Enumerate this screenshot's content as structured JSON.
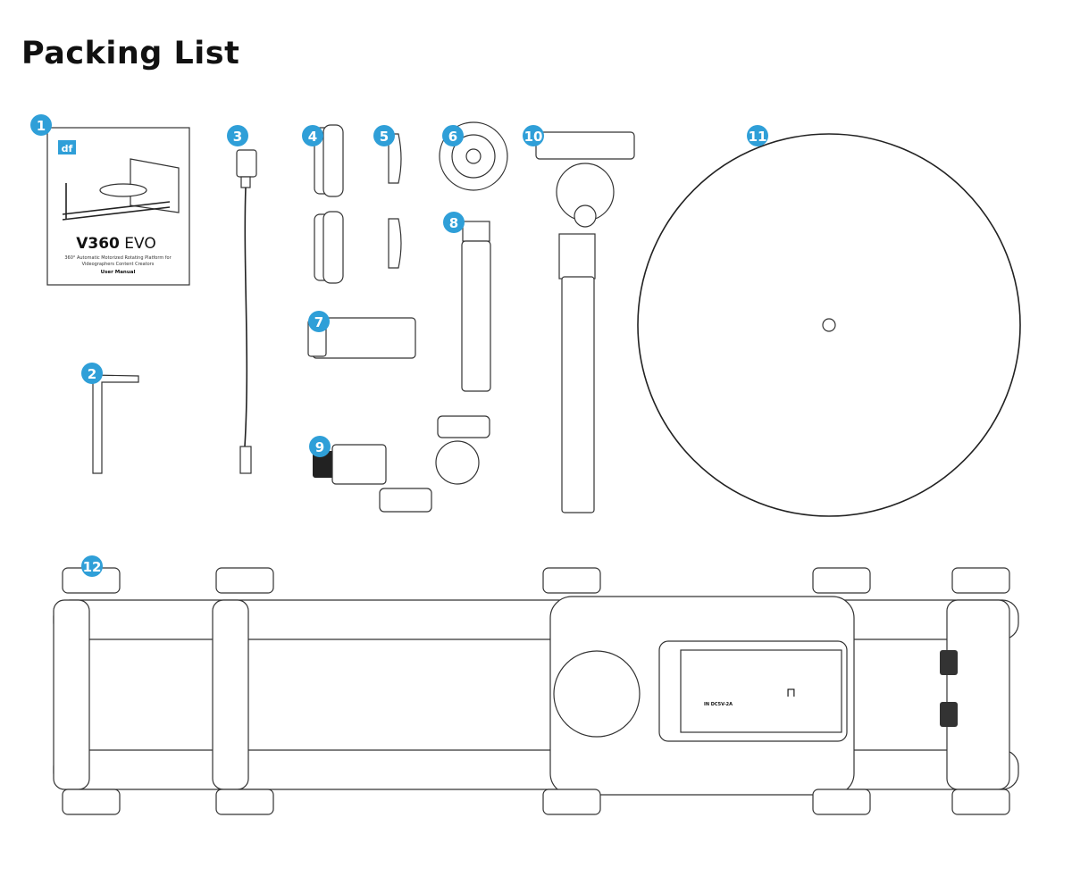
{
  "title": "Packing List",
  "accent_color": "#2f9fd8",
  "items": [
    {
      "number": "1",
      "icon": "user-manual"
    },
    {
      "number": "2",
      "icon": "hex-key"
    },
    {
      "number": "3",
      "icon": "usb-cable"
    },
    {
      "number": "4",
      "icon": "knurled-nuts"
    },
    {
      "number": "5",
      "icon": "rubber-caps"
    },
    {
      "number": "6",
      "icon": "rubber-pad"
    },
    {
      "number": "7",
      "icon": "extension-rod"
    },
    {
      "number": "8",
      "icon": "threaded-rod"
    },
    {
      "number": "9",
      "icon": "rod-clamp"
    },
    {
      "number": "10",
      "icon": "ball-head-pole"
    },
    {
      "number": "11",
      "icon": "turntable-plate"
    },
    {
      "number": "12",
      "icon": "rail-base"
    }
  ],
  "manual": {
    "logo": "df",
    "model": "V360",
    "model_suffix": "EVO",
    "subtitle_line1": "360° Automatic Motorized Rotating Platform for",
    "subtitle_line2": "Videographers Content Creators",
    "doc_type": "User Manual"
  },
  "base_panel": {
    "port_label": "IN DC5V-2A",
    "battery_mark": "⊓"
  }
}
